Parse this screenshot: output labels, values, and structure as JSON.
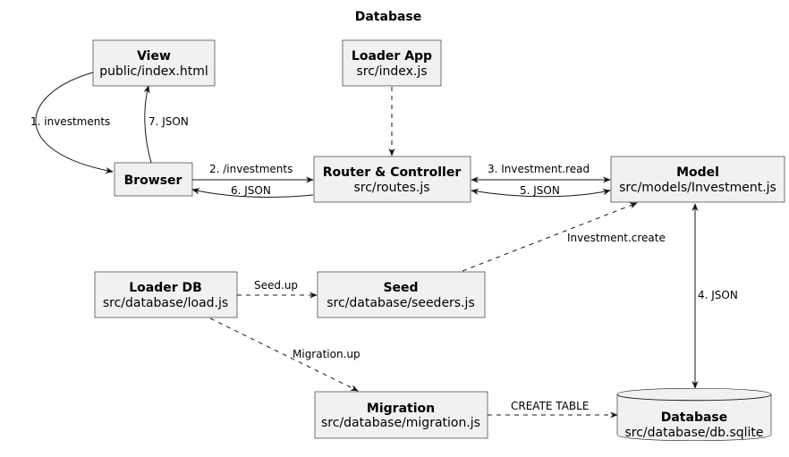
{
  "title": "Database",
  "nodes": {
    "view": {
      "title": "View",
      "subtitle": "public/index.html"
    },
    "loader_app": {
      "title": "Loader App",
      "subtitle": "src/index.js"
    },
    "browser": {
      "title": "Browser",
      "subtitle": ""
    },
    "router": {
      "title": "Router & Controller",
      "subtitle": "src/routes.js"
    },
    "model": {
      "title": "Model",
      "subtitle": "src/models/Investment.js"
    },
    "loader_db": {
      "title": "Loader DB",
      "subtitle": "src/database/load.js"
    },
    "seed": {
      "title": "Seed",
      "subtitle": "src/database/seeders.js"
    },
    "migration": {
      "title": "Migration",
      "subtitle": "src/database/migration.js"
    },
    "database": {
      "title": "Database",
      "subtitle": "src/database/db.sqlite"
    }
  },
  "edges": {
    "view_to_browser": "1. investments",
    "browser_to_router": "2. /investments",
    "router_to_model": "3. Investment.read",
    "model_to_database": "4. JSON",
    "model_to_router": "5. JSON",
    "router_to_browser": "6. JSON",
    "browser_to_view": "7. JSON",
    "seed_to_model": "Investment.create",
    "loader_db_to_seed": "Seed.up",
    "loader_db_to_migration": "Migration.up",
    "migration_to_database": "CREATE TABLE"
  }
}
